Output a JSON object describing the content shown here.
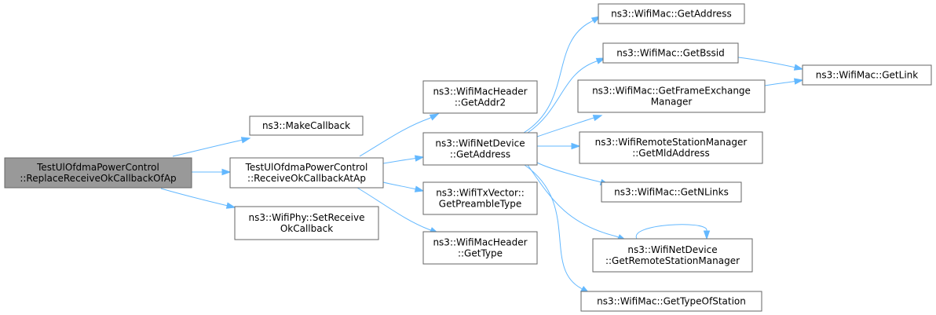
{
  "colors": {
    "edge": "#63b8ff",
    "root_fill": "#999999",
    "node_border": "#666666"
  },
  "nodes": [
    {
      "id": "root",
      "lines": [
        "TestUlOfdmaPowerControl",
        "::ReplaceReceiveOkCallbackOfAp"
      ]
    },
    {
      "id": "makecallback",
      "lines": [
        "ns3::MakeCallback"
      ]
    },
    {
      "id": "receiveok",
      "lines": [
        "TestUlOfdmaPowerControl",
        "::ReceiveOkCallbackAtAp"
      ]
    },
    {
      "id": "setreceive",
      "lines": [
        "ns3::WifiPhy::SetReceive",
        "OkCallback"
      ]
    },
    {
      "id": "getaddr2",
      "lines": [
        "ns3::WifiMacHeader",
        "::GetAddr2"
      ]
    },
    {
      "id": "netdev_getaddress",
      "lines": [
        "ns3::WifiNetDevice",
        "::GetAddress"
      ]
    },
    {
      "id": "getpreamble",
      "lines": [
        "ns3::WifiTxVector::",
        "GetPreambleType"
      ]
    },
    {
      "id": "gettype",
      "lines": [
        "ns3::WifiMacHeader",
        "::GetType"
      ]
    },
    {
      "id": "mac_getaddress",
      "lines": [
        "ns3::WifiMac::GetAddress"
      ]
    },
    {
      "id": "getbssid",
      "lines": [
        "ns3::WifiMac::GetBssid"
      ]
    },
    {
      "id": "getfem",
      "lines": [
        "ns3::WifiMac::GetFrameExchange",
        "Manager"
      ]
    },
    {
      "id": "getmld",
      "lines": [
        "ns3::WifiRemoteStationManager",
        "::GetMldAddress"
      ]
    },
    {
      "id": "getnlinks",
      "lines": [
        "ns3::WifiMac::GetNLinks"
      ]
    },
    {
      "id": "getrsm",
      "lines": [
        "ns3::WifiNetDevice",
        "::GetRemoteStationManager"
      ]
    },
    {
      "id": "gettypeofstation",
      "lines": [
        "ns3::WifiMac::GetTypeOfStation"
      ]
    },
    {
      "id": "getlink",
      "lines": [
        "ns3::WifiMac::GetLink"
      ]
    }
  ],
  "edges": [
    [
      "root",
      "makecallback"
    ],
    [
      "root",
      "receiveok"
    ],
    [
      "root",
      "setreceive"
    ],
    [
      "receiveok",
      "getaddr2"
    ],
    [
      "receiveok",
      "netdev_getaddress"
    ],
    [
      "receiveok",
      "getpreamble"
    ],
    [
      "receiveok",
      "gettype"
    ],
    [
      "netdev_getaddress",
      "mac_getaddress"
    ],
    [
      "netdev_getaddress",
      "getbssid"
    ],
    [
      "netdev_getaddress",
      "getfem"
    ],
    [
      "netdev_getaddress",
      "getmld"
    ],
    [
      "netdev_getaddress",
      "getnlinks"
    ],
    [
      "netdev_getaddress",
      "getrsm"
    ],
    [
      "netdev_getaddress",
      "gettypeofstation"
    ],
    [
      "getbssid",
      "getlink"
    ],
    [
      "getfem",
      "getlink"
    ],
    [
      "getrsm",
      "getrsm"
    ]
  ]
}
